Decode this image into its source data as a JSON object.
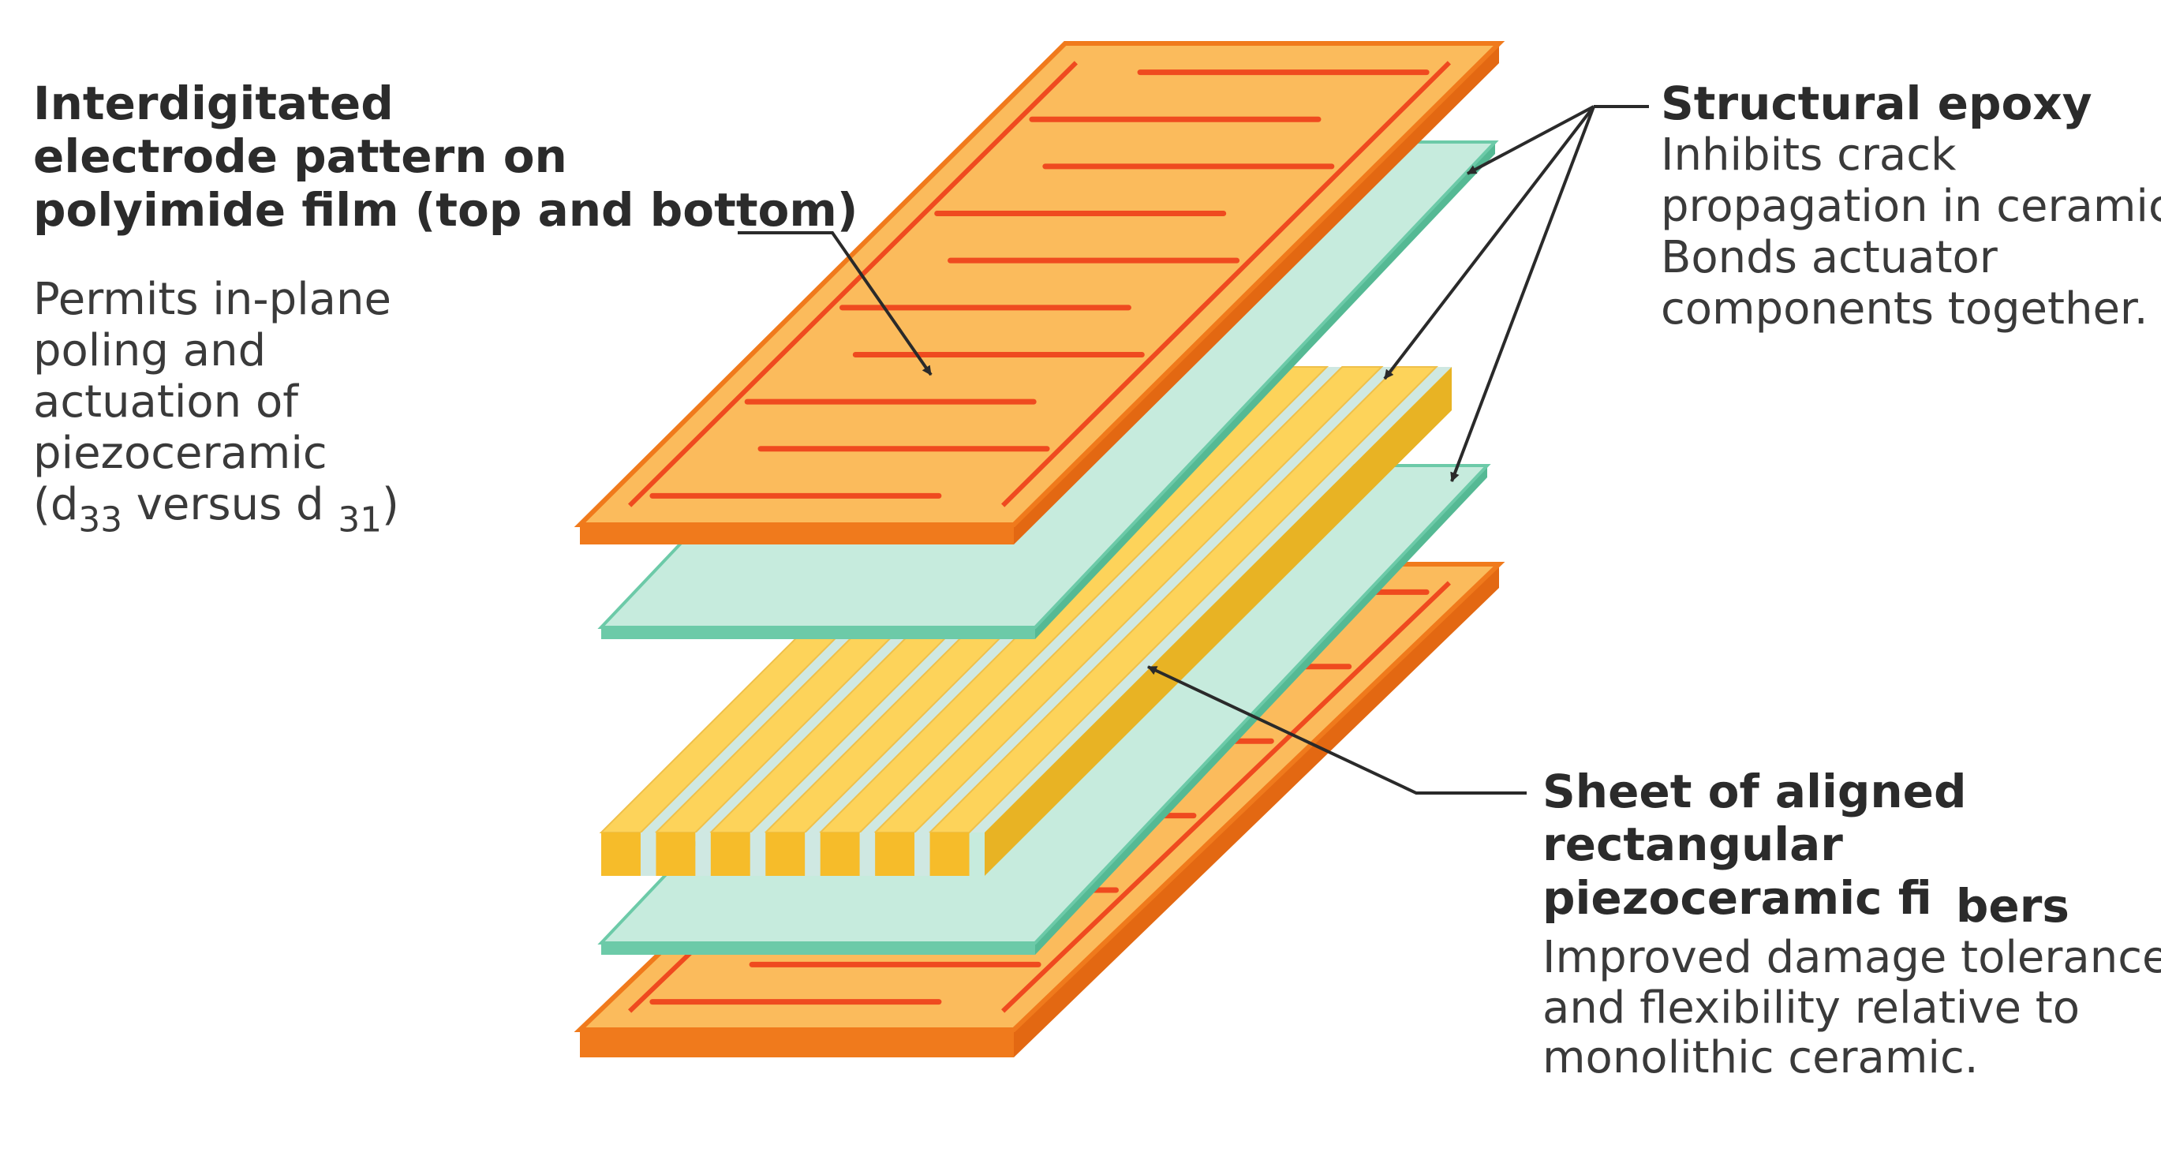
{
  "colors": {
    "electrode_film_top": "#fbbb5c",
    "electrode_film_side": "#f07a1c",
    "electrode_line": "#ef4a1f",
    "epoxy_top": "#c6ebdd",
    "epoxy_side": "#6ccaa8",
    "fiber_top": "#fdd35a",
    "fiber_side": "#f6bc2a",
    "fiber_gap": "#cfe8e2",
    "leader_line": "#2a2a2a"
  },
  "labels": {
    "electrode": {
      "title_lines": [
        "Interdigitated",
        "electrode pattern on",
        "polyimide film (top and bottom)"
      ],
      "desc_lines": [
        "Permits in-plane",
        "poling and",
        "actuation of",
        "piezoceramic"
      ],
      "desc_paren": {
        "open": "(d",
        "sub1": "33",
        "mid": " versus d ",
        "sub2": "31",
        "close": ")"
      }
    },
    "epoxy": {
      "title": "Structural epoxy",
      "desc_lines": [
        "Inhibits crack",
        "propagation in ceramic.",
        "Bonds actuator",
        "components together."
      ]
    },
    "fibers": {
      "title_lines": [
        "Sheet of aligned",
        "rectangular"
      ],
      "title_last_a": "piezoceramic fi",
      "title_last_b": "bers",
      "desc_lines": [
        "Improved damage tolerance",
        "and flexibility relative to",
        "monolithic ceramic."
      ]
    }
  }
}
